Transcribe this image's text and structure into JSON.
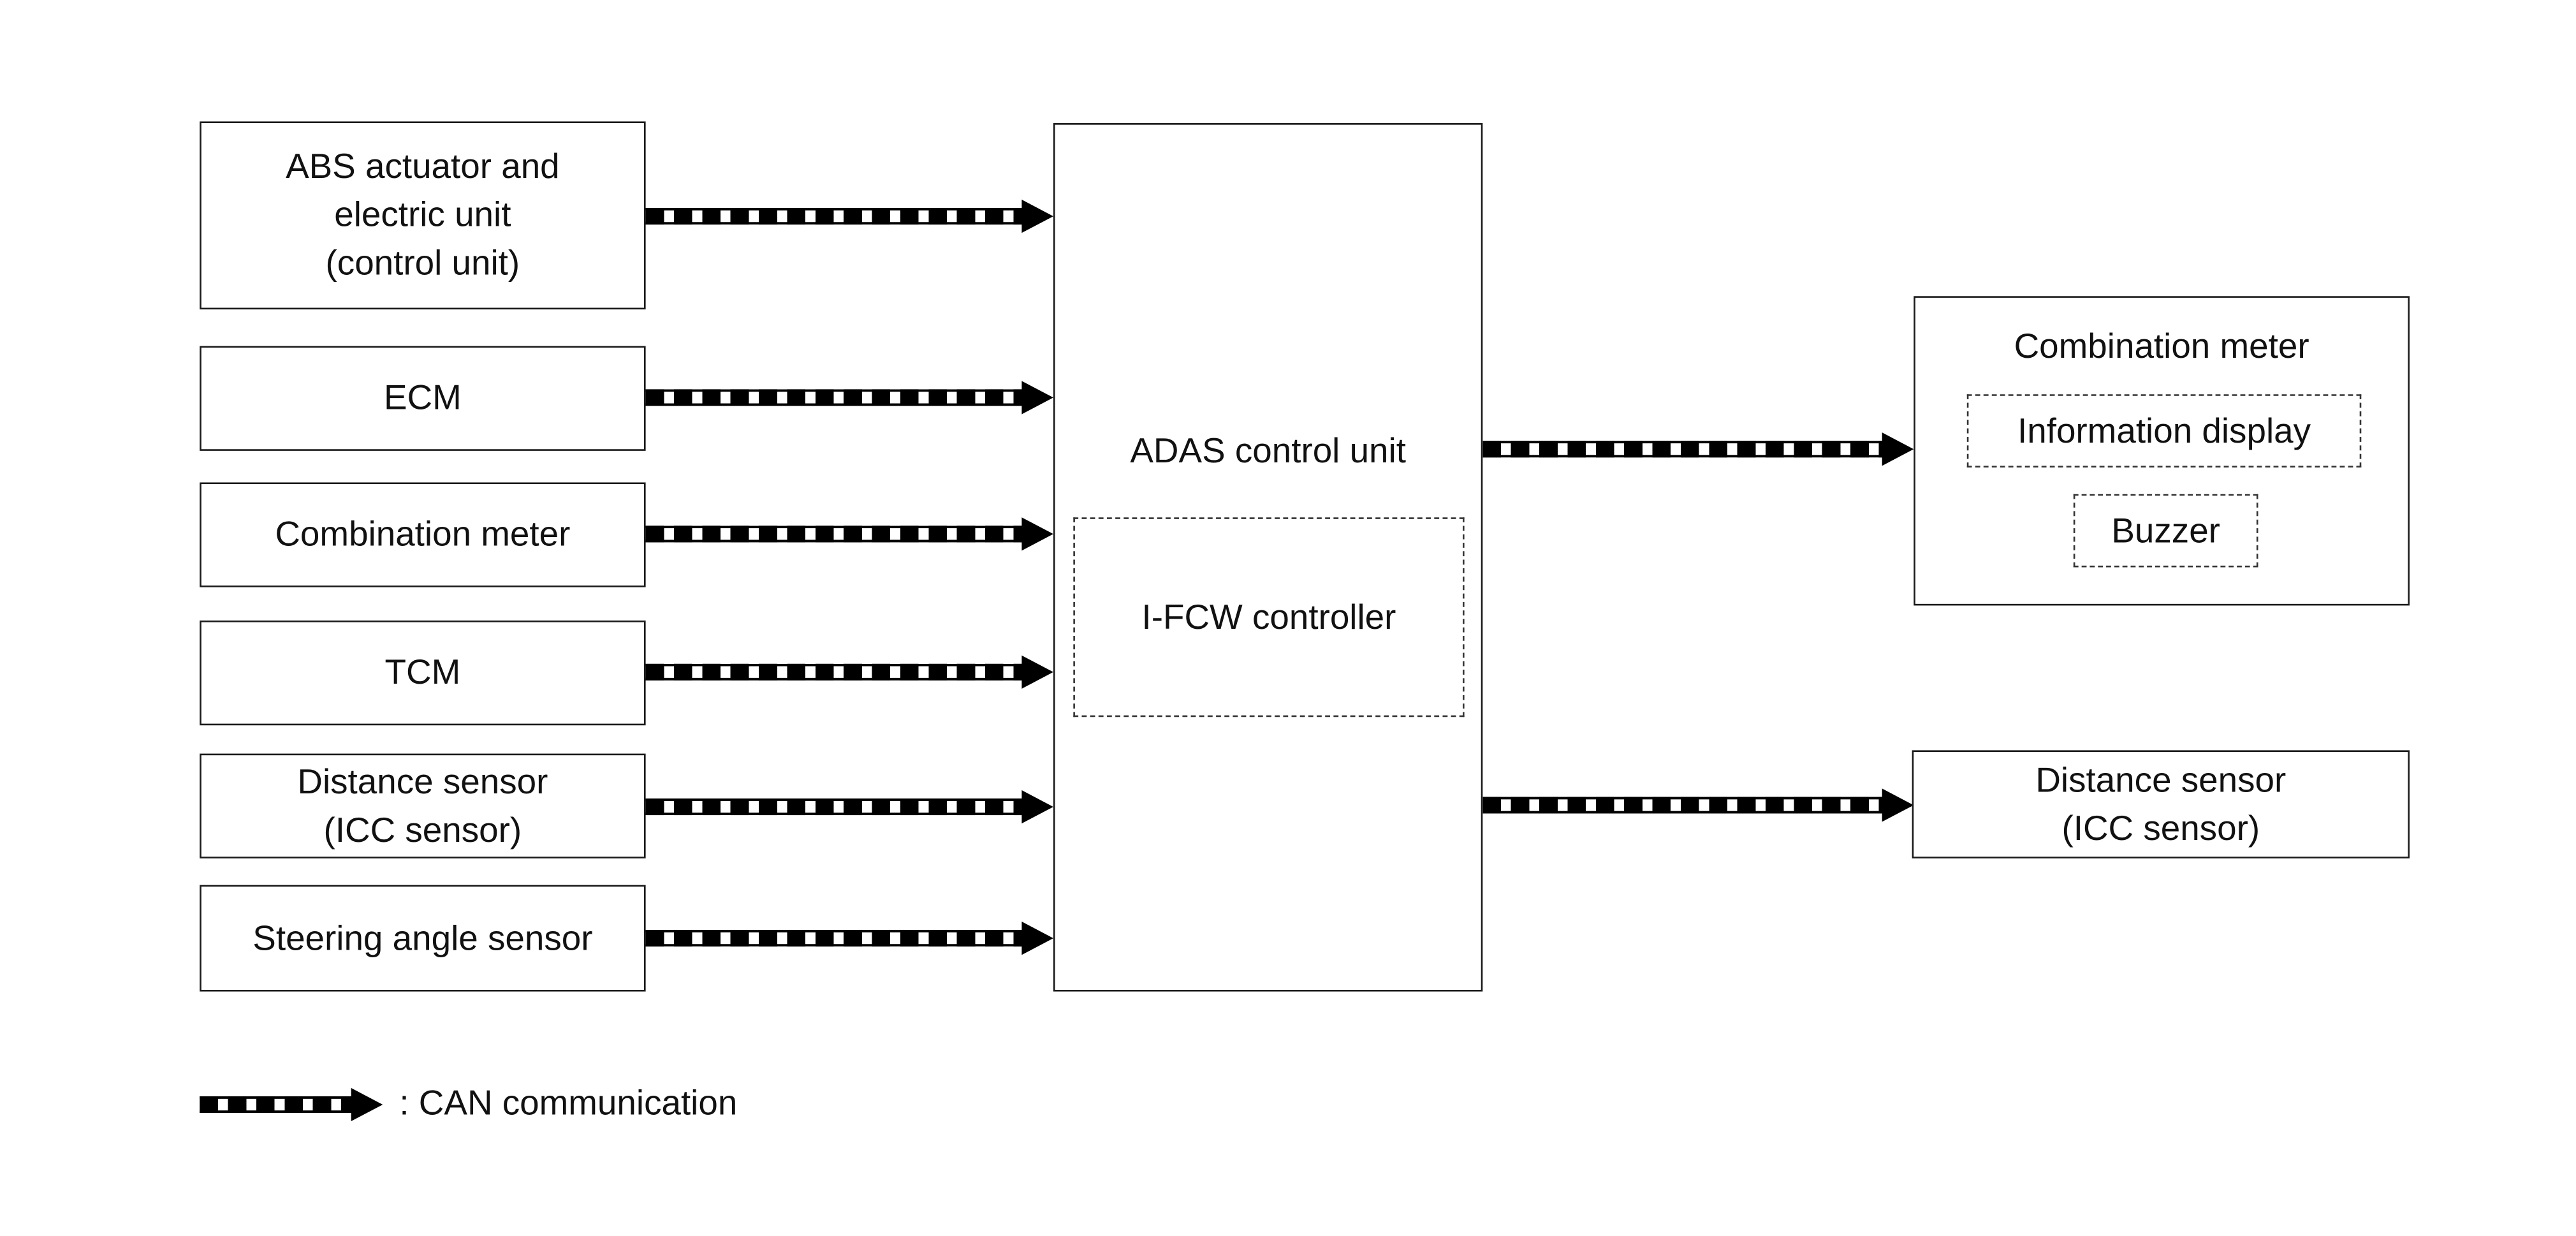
{
  "inputs": [
    {
      "lines": [
        "ABS actuator and",
        "electric unit",
        "(control unit)"
      ]
    },
    {
      "lines": [
        "ECM"
      ]
    },
    {
      "lines": [
        "Combination meter"
      ]
    },
    {
      "lines": [
        "TCM"
      ]
    },
    {
      "lines": [
        "Distance sensor",
        "(ICC sensor)"
      ]
    },
    {
      "lines": [
        "Steering angle sensor"
      ]
    }
  ],
  "center": {
    "title": "ADAS control unit",
    "sub": "I-FCW controller"
  },
  "outputs": {
    "meter": {
      "title": "Combination meter",
      "items": [
        "Information display",
        "Buzzer"
      ]
    },
    "sensor": {
      "lines": [
        "Distance sensor",
        "(ICC sensor)"
      ]
    }
  },
  "legend": {
    "text": ": CAN communication"
  }
}
